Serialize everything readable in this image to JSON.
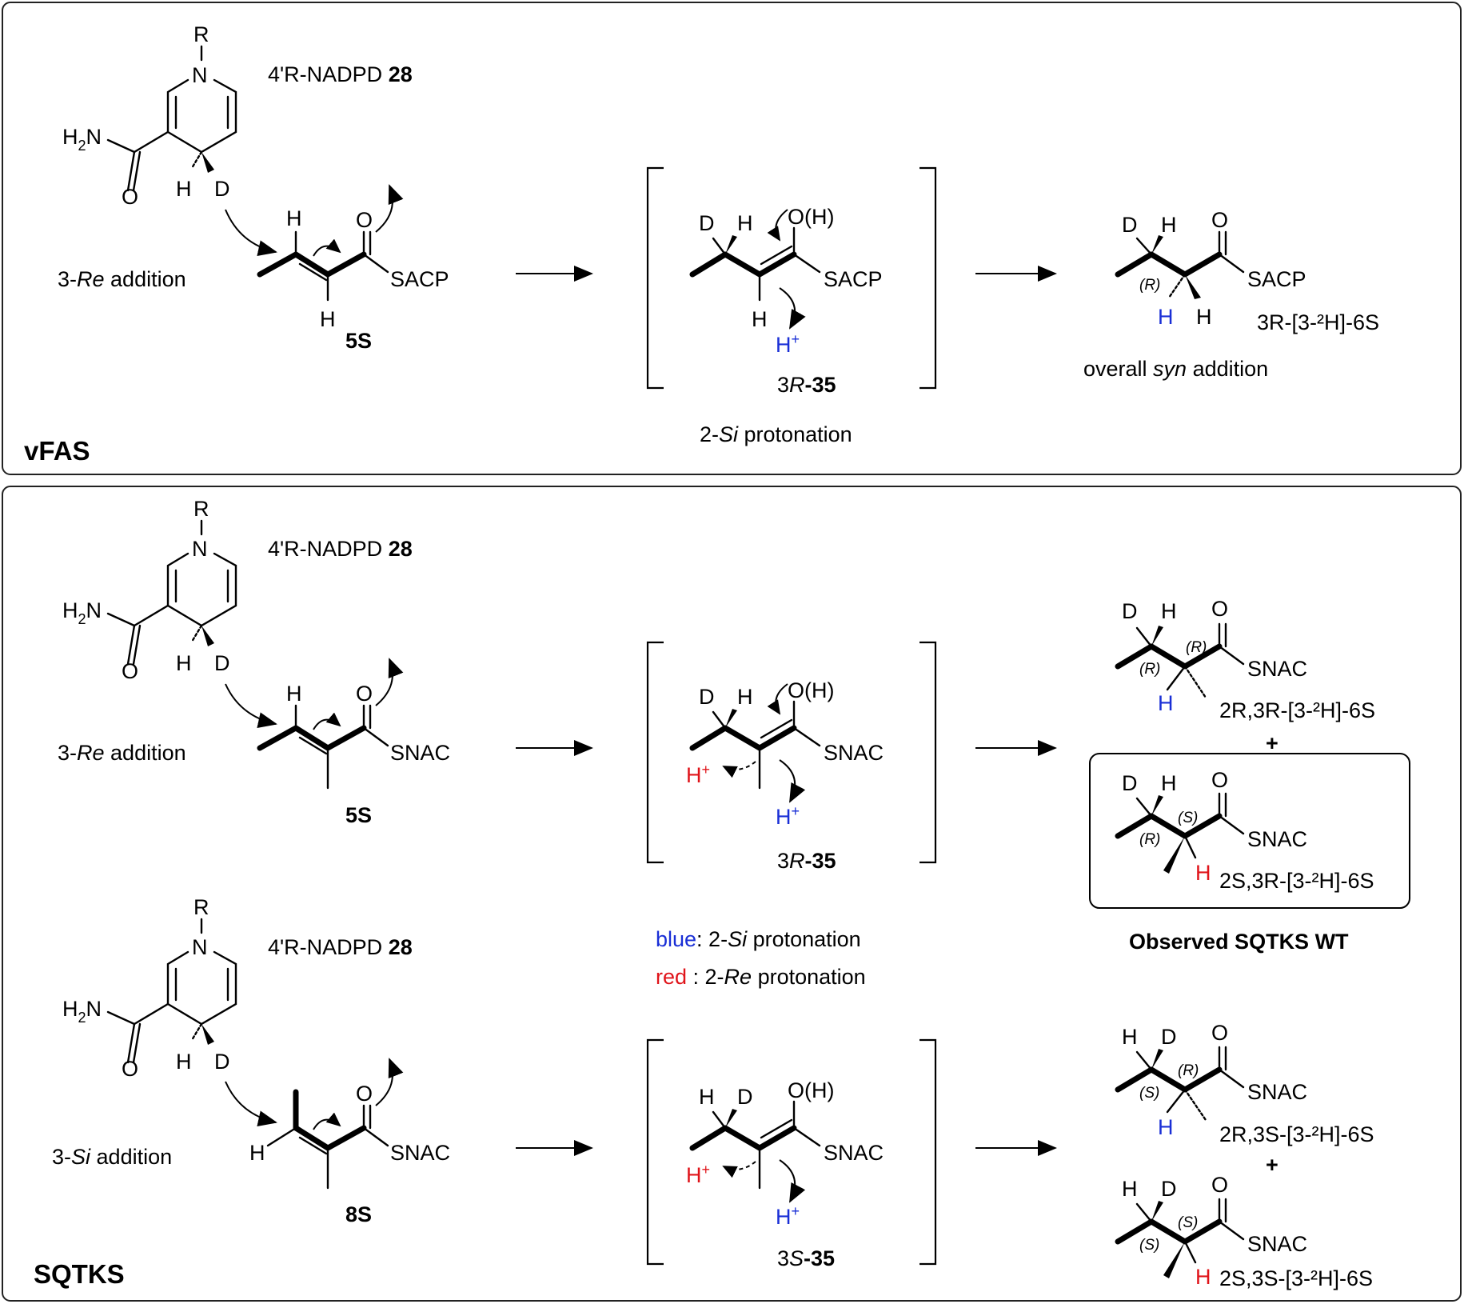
{
  "panels": {
    "top_label": "vFAS",
    "bottom_label": "SQTKS"
  },
  "reagent": {
    "r": "R",
    "n": "N",
    "h2n": "H",
    "h2n_sub": "2",
    "h2n_n": "N",
    "o": "O",
    "h": "H",
    "d": "D",
    "name_prefix": "4'R-NADPD ",
    "name_bold": "28"
  },
  "vfas": {
    "addition_prefix": "3-",
    "addition_italic": "Re",
    "addition_suffix": " addition",
    "substrate_label": "5S",
    "substrate_group": "SACP",
    "intermediate_group": "SACP",
    "intermediate_prefix": "3",
    "intermediate_italic": "R",
    "intermediate_bold": "-35",
    "protonation_prefix": "2-",
    "protonation_italic": "Si",
    "protonation_suffix": " protonation",
    "product_group": "SACP",
    "product_label": "3R-[3-²H]-6S",
    "overall_prefix": "overall ",
    "overall_italic": "syn",
    "overall_suffix": " addition"
  },
  "sqtks": {
    "re_addition_prefix": "3-",
    "re_addition_italic": "Re",
    "re_addition_suffix": " addition",
    "si_addition_prefix": "3-",
    "si_addition_italic": "Si",
    "si_addition_suffix": " addition",
    "substrate1_label": "5S",
    "substrate2_label": "8S",
    "group": "SNAC",
    "intermediate1_prefix": "3",
    "intermediate1_italic": "R",
    "intermediate1_bold": "-35",
    "intermediate2_prefix": "3",
    "intermediate2_italic": "S",
    "intermediate2_bold": "-35",
    "legend_blue_word": "blue",
    "legend_blue_rest_prefix": ": 2-",
    "legend_blue_italic": "Si",
    "legend_blue_rest_suffix": " protonation",
    "legend_red_word": "red",
    "legend_red_rest_prefix": " : 2-",
    "legend_red_italic": "Re",
    "legend_red_rest_suffix": " protonation",
    "observed": "Observed SQTKS WT",
    "plus": "+",
    "products": {
      "p1": "2R,3R-[3-²H]-6S",
      "p2": "2S,3R-[3-²H]-6S",
      "p3": "2R,3S-[3-²H]-6S",
      "p4": "2S,3S-[3-²H]-6S"
    },
    "stereo_r": "(R)",
    "stereo_s": "(S)"
  },
  "atoms": {
    "o_h": "O(H)",
    "h_plus": "H",
    "plus_sup": "+"
  },
  "colors": {
    "blue": "#1a2fd6",
    "red": "#e0141a",
    "border": "#222222"
  }
}
